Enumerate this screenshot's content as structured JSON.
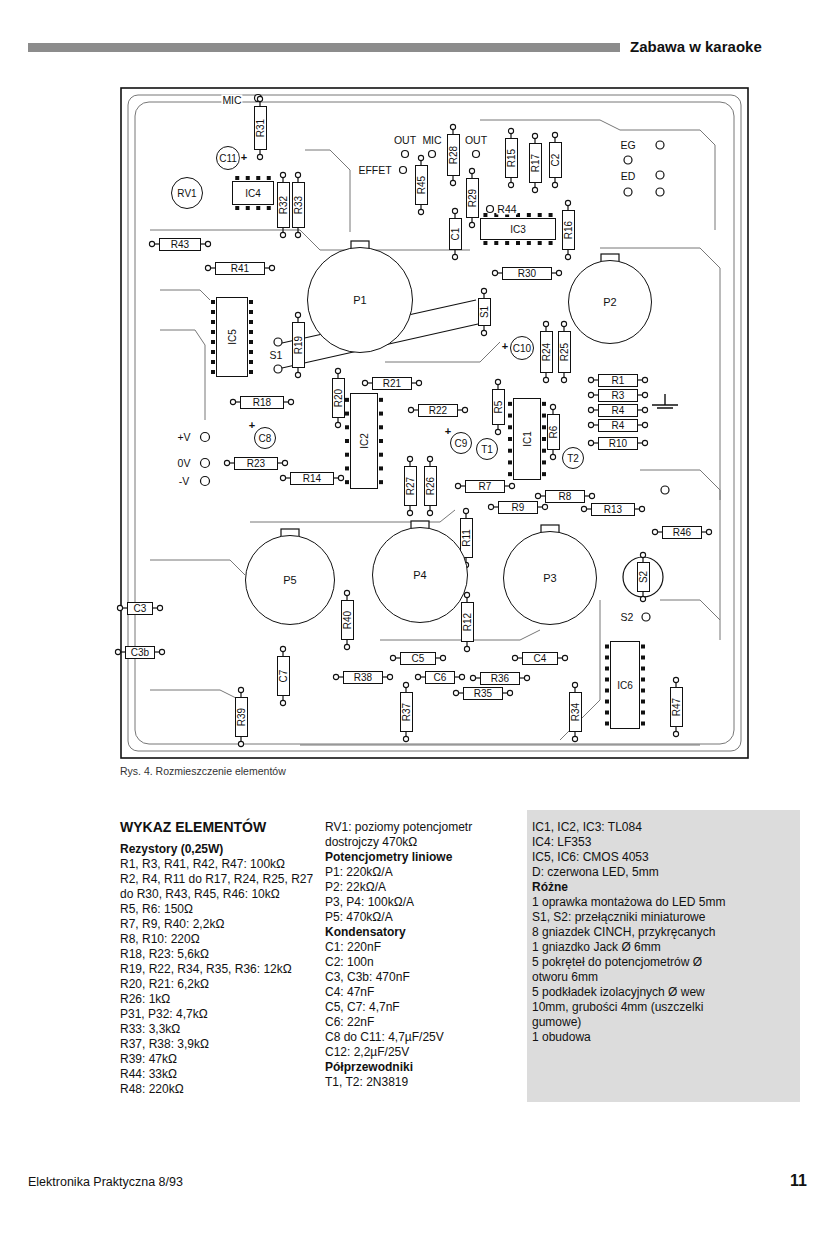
{
  "diagram": {
    "title": "Zabawa w karaoke",
    "caption": "Rys. 4. Rozmieszczenie elementów",
    "nodes": [
      {
        "text": [
          "R31"
        ]
      },
      {
        "text": [
          "C11"
        ]
      },
      {
        "text": [
          "RV1"
        ]
      },
      {
        "text": [
          "IC4"
        ]
      },
      {
        "text": [
          "R32"
        ]
      },
      {
        "text": [
          "R33"
        ]
      },
      {
        "text": [
          "R45"
        ]
      },
      {
        "text": [
          "R28"
        ]
      },
      {
        "text": [
          "R15"
        ]
      },
      {
        "text": [
          "R17"
        ]
      },
      {
        "text": [
          "C2"
        ]
      },
      {
        "text": [
          "R29"
        ]
      },
      {
        "text": [
          "C1"
        ]
      },
      {
        "text": [
          "IC3"
        ]
      },
      {
        "text": [
          "R16"
        ]
      },
      {
        "text": [
          "R43"
        ]
      },
      {
        "text": [
          "R41"
        ]
      },
      {
        "text": [
          "R30"
        ]
      },
      {
        "text": [
          "P1"
        ]
      },
      {
        "text": [
          "P2"
        ]
      },
      {
        "text": [
          "IC5"
        ]
      },
      {
        "text": [
          "S1"
        ]
      },
      {
        "text": [
          "R19"
        ]
      },
      {
        "text": [
          "C10"
        ]
      },
      {
        "text": [
          "R24"
        ]
      },
      {
        "text": [
          "R25"
        ]
      },
      {
        "text": [
          "R1"
        ]
      },
      {
        "text": [
          "R21"
        ]
      },
      {
        "text": [
          "R3"
        ]
      },
      {
        "text": [
          "R4"
        ]
      },
      {
        "text": [
          "R20"
        ]
      },
      {
        "text": [
          "R18"
        ]
      },
      {
        "text": [
          "IC2"
        ]
      },
      {
        "text": [
          "R22"
        ]
      },
      {
        "text": [
          "R5"
        ]
      },
      {
        "text": [
          "IC1"
        ]
      },
      {
        "text": [
          "R4"
        ]
      },
      {
        "text": [
          "R6"
        ]
      },
      {
        "text": [
          "C8"
        ]
      },
      {
        "text": [
          "C9"
        ]
      },
      {
        "text": [
          "T1"
        ]
      },
      {
        "text": [
          "R10"
        ]
      },
      {
        "text": [
          "T2"
        ]
      },
      {
        "text": [
          "R23"
        ]
      },
      {
        "text": [
          "R14"
        ]
      },
      {
        "text": [
          "R27"
        ]
      },
      {
        "text": [
          "R26"
        ]
      },
      {
        "text": [
          "R7"
        ]
      },
      {
        "text": [
          "R8"
        ]
      },
      {
        "text": [
          "R9"
        ]
      },
      {
        "text": [
          "R13"
        ]
      },
      {
        "text": [
          "R46"
        ]
      },
      {
        "text": [
          "R11"
        ]
      },
      {
        "text": [
          "P5"
        ]
      },
      {
        "text": [
          "P4"
        ]
      },
      {
        "text": [
          "P3"
        ]
      },
      {
        "text": [
          "S2"
        ]
      },
      {
        "text": [
          "C3"
        ]
      },
      {
        "text": [
          "R40"
        ]
      },
      {
        "text": [
          "R12"
        ]
      },
      {
        "text": [
          "IC6"
        ]
      },
      {
        "text": [
          "C3b"
        ]
      },
      {
        "text": [
          "C5"
        ]
      },
      {
        "text": [
          "C4"
        ]
      },
      {
        "text": [
          "C7"
        ]
      },
      {
        "text": [
          "R38"
        ]
      },
      {
        "text": [
          "C6"
        ]
      },
      {
        "text": [
          "R36"
        ]
      },
      {
        "text": [
          "R35"
        ]
      },
      {
        "text": [
          "R37"
        ]
      },
      {
        "text": [
          "R34"
        ]
      },
      {
        "text": [
          "R47"
        ]
      },
      {
        "text": [
          "R39"
        ]
      }
    ],
    "labels": [
      "MIC",
      "+",
      "OUT",
      "MIC",
      "OUT",
      "EFFET",
      "R44",
      "EG",
      "ED",
      "S1",
      "+",
      "+V",
      "0V",
      "-V",
      "+",
      "+",
      "S2",
      "Elektronika Praktyczna 8/93",
      "11",
      "WYKAZ ELEMENTÓW",
      "Rezystory (0,25W)",
      "R1, R3, R41, R42, R47: 100kΩ",
      "R2, R4, R11 do R17, R24, R25, R27 do R30, R43, R45, R46: 10kΩ",
      "R5, R6: 150Ω",
      "R7, R9, R40: 2,2kΩ",
      "R8, R10: 220Ω",
      "R18, R23: 5,6kΩ",
      "R19, R22, R34, R35, R36: 12kΩ",
      "R20, R21: 6,2kΩ",
      "R26: 1kΩ",
      "P31, P32: 4,7kΩ",
      "R33: 3,3kΩ",
      "R37, R38: 3,9kΩ",
      "R39: 47kΩ",
      "R44: 33kΩ",
      "R48: 220kΩ",
      "RV1: poziomy potencjometr dostrojczy 470kΩ",
      "Potencjometry liniowe",
      "P1: 220kΩ/A",
      "P2: 22kΩ/A",
      "P3, P4: 100kΩ/A",
      "P5: 470kΩ/A",
      "Kondensatory",
      "C1: 220nF",
      "C2: 100n",
      "C3, C3b: 470nF",
      "C4: 47nF",
      "C5, C7: 4,7nF",
      "C6: 22nF",
      "C8 do C11: 4,7µF/25V",
      "C12: 2,2µF/25V",
      "Półprzewodniki",
      "T1, T2: 2N3819",
      "IC1, IC2, IC3: TL084",
      "IC4: LF353",
      "IC5, IC6: CMOS 4053",
      "D: czerwona LED, 5mm",
      "Różne",
      "1 oprawka montażowa do LED 5mm",
      "S1, S2: przełączniki miniaturowe",
      "8 gniazdek CINCH, przykręcanych",
      "1 gniazdko Jack Ø 6mm",
      "5 pokręteł do potencjometrów Ø otworu 6mm",
      "5 podkładek izolacyjnych Ø wew 10mm, grubości 4mm (uszczelki gumowe)",
      "1 obudowa"
    ]
  }
}
